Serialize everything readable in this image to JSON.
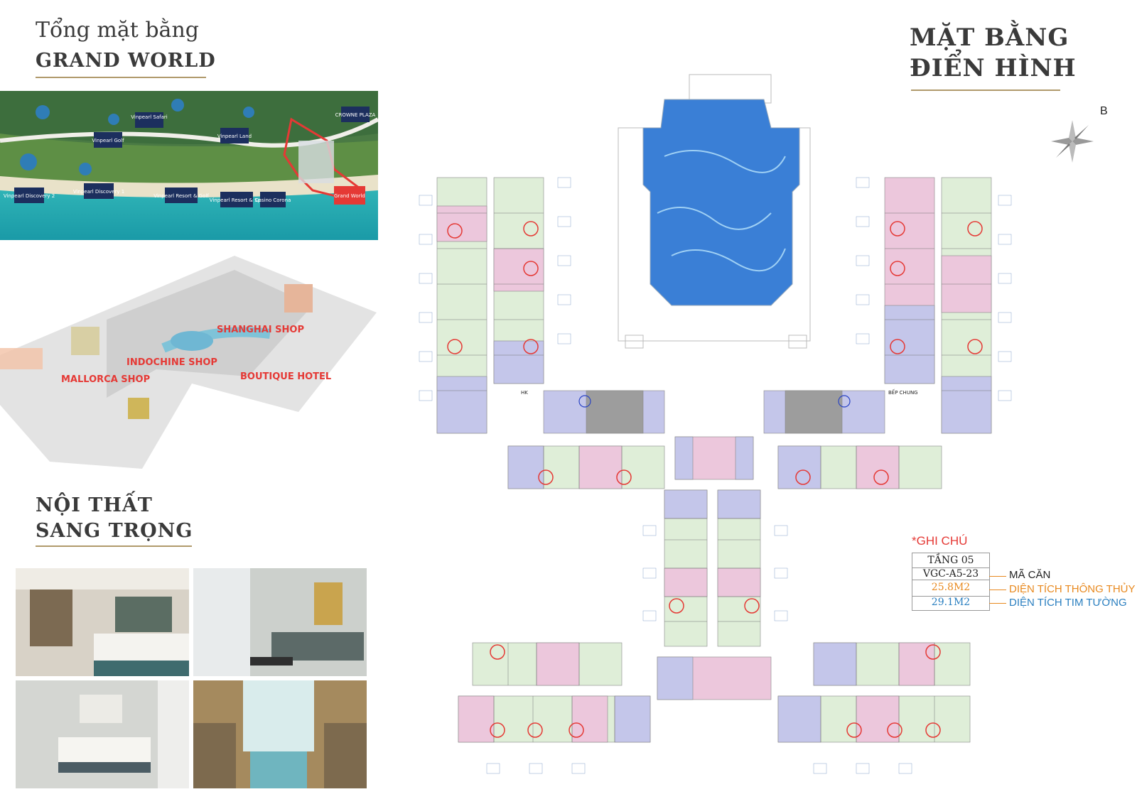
{
  "left_panel": {
    "title_line1": "Tổng mặt bằng",
    "title_line2": "GRAND WORLD",
    "aerial_labels": [
      "Vinpearl Safari",
      "Vinpearl Golf",
      "Vinpearl Land",
      "CROWNE PLAZA",
      "Vinpearl Discovery 2",
      "Vinpearl Discovery 1",
      "Vinpearl Resort & Golf",
      "Vinpearl Resort & Spa",
      "Casino Corona",
      "Grand World"
    ],
    "zone_labels": [
      "SHANGHAI SHOP",
      "INDOCHINE SHOP",
      "MALLORCA SHOP",
      "BOUTIQUE HOTEL"
    ],
    "interior_title_line1": "NỘI THẤT",
    "interior_title_line2": "SANG TRỌNG"
  },
  "right_panel": {
    "title_line1": "MẶT BẰNG",
    "title_line2": "ĐIỂN HÌNH",
    "compass_label": "B",
    "service_labels": [
      "HK",
      "BẾP CHUNG"
    ],
    "legend": {
      "title": "*GHI CHÚ",
      "floor": "TẦNG 05",
      "code": "VGC-A5-23",
      "area_net": "25.8M2",
      "area_gross": "29.1M2",
      "label_code": "MÃ CĂN",
      "label_net": "DIỆN TÍCH THÔNG THỦY",
      "label_gross": "DIỆN TÍCH TIM TƯỜNG"
    }
  },
  "colors": {
    "heading": "#3a3a3a",
    "gold_rule": "#b09a6b",
    "legend_red": "#e53935",
    "area_orange": "#e8891f",
    "area_blue": "#2a7fc0",
    "unit_green": "#cfe8c4",
    "unit_pink": "#ecc7dc",
    "unit_purple": "#c4c6ea",
    "pool_blue": "#3a7fd6"
  }
}
